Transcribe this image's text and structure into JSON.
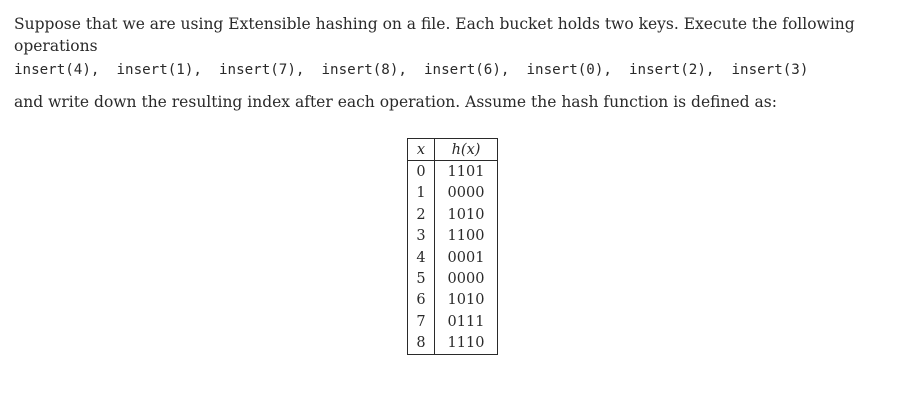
{
  "problem": {
    "line1": "Suppose that we are using Extensible hashing on a file.  Each bucket holds two keys.  Execute the following",
    "line2": "operations",
    "operations": "insert(4),  insert(1),  insert(7),  insert(8),  insert(6),  insert(0),  insert(2),  insert(3)",
    "line3": "and write down the resulting index after each operation.  Assume the hash function is defined as:"
  },
  "table": {
    "headers": [
      "x",
      "h(x)"
    ],
    "rows": [
      [
        "0",
        "1101"
      ],
      [
        "1",
        "0000"
      ],
      [
        "2",
        "1010"
      ],
      [
        "3",
        "1100"
      ],
      [
        "4",
        "0001"
      ],
      [
        "5",
        "0000"
      ],
      [
        "6",
        "1010"
      ],
      [
        "7",
        "0111"
      ],
      [
        "8",
        "1110"
      ]
    ]
  }
}
